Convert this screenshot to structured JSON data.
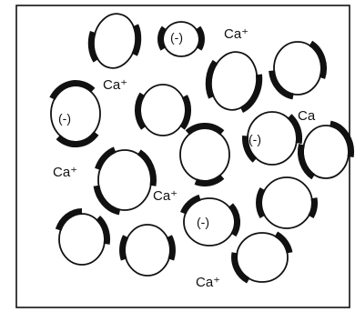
{
  "colors": {
    "ink": "#111111",
    "paper": "#ffffff"
  },
  "labels": {
    "neg1": "(-)",
    "neg2": "(-)",
    "neg3": "(-)",
    "neg4": "(-)",
    "ca1": "Ca⁺",
    "ca2": "Ca⁺",
    "ca3": "Ca",
    "ca4": "Ca⁺",
    "ca5": "Ca⁺",
    "ca6": "Ca⁺"
  }
}
